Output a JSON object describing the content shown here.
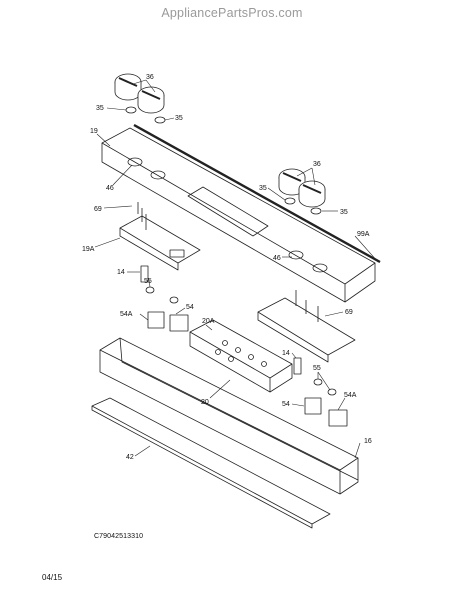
{
  "header": {
    "watermark": "AppliancePartsPros.com"
  },
  "callouts": {
    "c36_top": "36",
    "c35_left_top": "35",
    "c35_right_top": "35",
    "c19": "19",
    "c46_left": "46",
    "c36_right": "36",
    "c35_right_a": "35",
    "c35_right_b": "35",
    "c69_left": "69",
    "c99a": "99A",
    "c19a": "19A",
    "c46_right": "46",
    "c14_left": "14",
    "c55_left": "55",
    "c54_left": "54",
    "c54a_left": "54A",
    "c20a": "20A",
    "c69_right": "69",
    "c14_right": "14",
    "c55_right": "55",
    "c20": "20",
    "c54_right": "54",
    "c54a_right": "54A",
    "c16": "16",
    "c42": "42"
  },
  "footer": {
    "diagram_code": "C79042513310",
    "date": "04/15"
  }
}
